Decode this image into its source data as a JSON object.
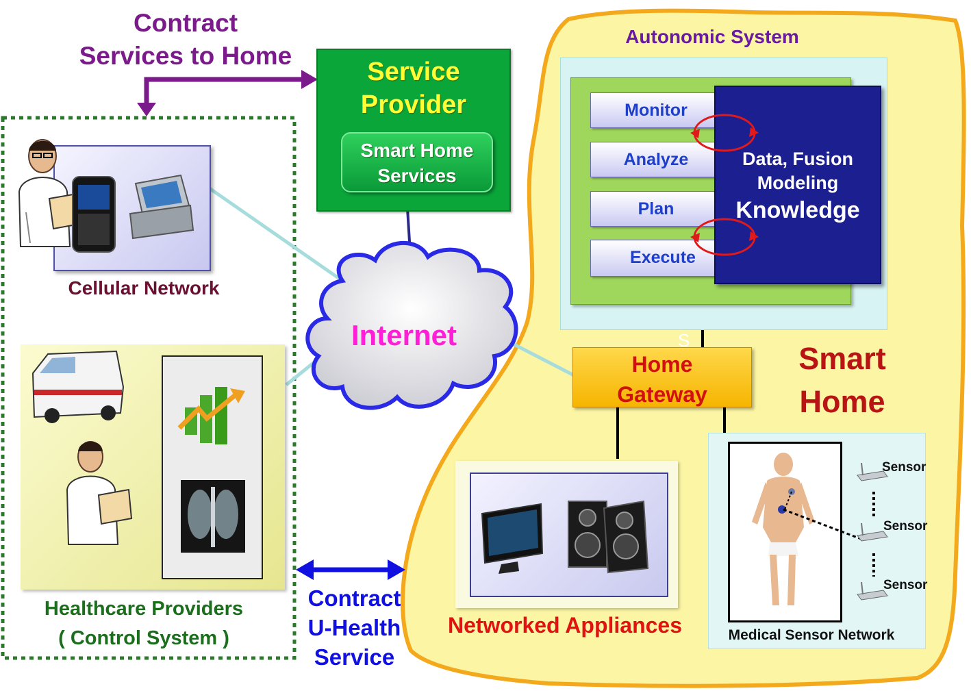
{
  "contract_services": {
    "line1": "Contract",
    "line2": "Services to Home"
  },
  "service_provider": {
    "line1": "Service",
    "line2": "Provider"
  },
  "smart_home_services": {
    "line1": "Smart Home",
    "line2": "Services"
  },
  "cellular_network": {
    "label": "Cellular Network"
  },
  "healthcare": {
    "line1": "Healthcare Providers",
    "line2": "( Control System )"
  },
  "internet": {
    "label": "Internet"
  },
  "contract_uhealth": {
    "line1": "Contract",
    "line2": "U-Health",
    "line3": "Service"
  },
  "autonomic": {
    "title": "Autonomic System",
    "mape": [
      "Monitor",
      "Analyze",
      "Plan",
      "Execute"
    ],
    "knowledge": {
      "line1": "Data, Fusion",
      "line2": "Modeling",
      "line3": "Knowledge"
    }
  },
  "gateway": {
    "line1": "Home",
    "line2": "Gateway",
    "stray": "S"
  },
  "smart_home": {
    "line1": "Smart",
    "line2": "Home"
  },
  "appliances": {
    "label": "Networked Appliances"
  },
  "medical": {
    "label": "Medical Sensor Network",
    "sensors": [
      "Sensor",
      "Sensor",
      "Sensor"
    ]
  },
  "colors": {
    "purple": "#7b1a8a",
    "green_box": "#0aa63a",
    "yellow_text": "#ffff33",
    "home_blob": "#fbf5a4",
    "home_outline": "#f4a91c",
    "internet_text": "#ff1fd6",
    "navy": "#1c1f8f",
    "blue_text": "#1f3fc8",
    "red": "#d21010",
    "dark_green": "#1b6e1b"
  }
}
